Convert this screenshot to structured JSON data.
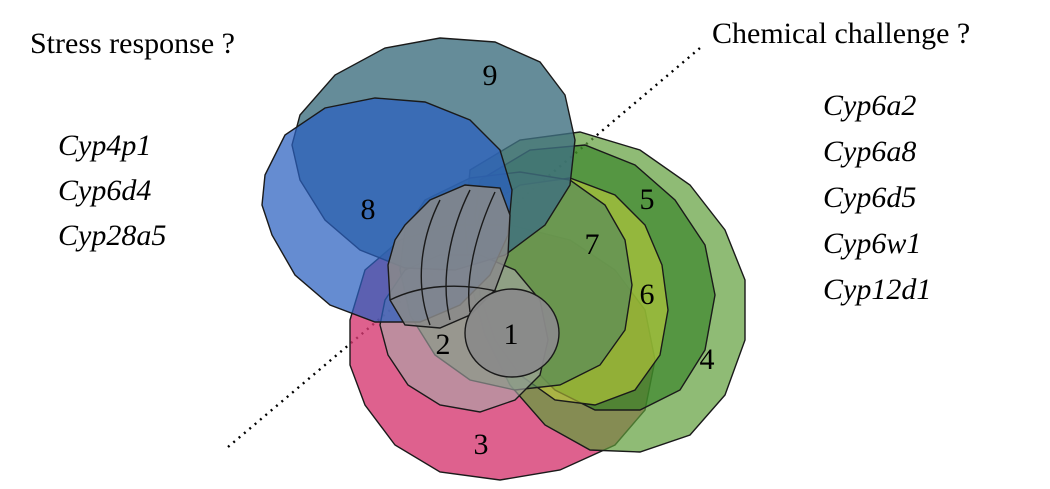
{
  "headings": {
    "left": "Stress response ?",
    "right": "Chemical challenge ?"
  },
  "genes_left": [
    "Cyp4p1",
    "Cyp6d4",
    "Cyp28a5"
  ],
  "genes_right": [
    "Cyp6a2",
    "Cyp6a8",
    "Cyp6d5",
    "Cyp6w1",
    "Cyp12d1"
  ],
  "regions": [
    {
      "id": "1",
      "color": "#8a8a8a"
    },
    {
      "id": "2",
      "color": "#a9a9a9"
    },
    {
      "id": "3",
      "color": "#d63a72"
    },
    {
      "id": "4",
      "color": "#5f9e3a"
    },
    {
      "id": "5",
      "color": "#2f7d1f"
    },
    {
      "id": "6",
      "color": "#c8d43a"
    },
    {
      "id": "7",
      "color": "#5a8a5a"
    },
    {
      "id": "8",
      "color": "#2a5fbf"
    },
    {
      "id": "9",
      "color": "#3f6f7f"
    }
  ]
}
